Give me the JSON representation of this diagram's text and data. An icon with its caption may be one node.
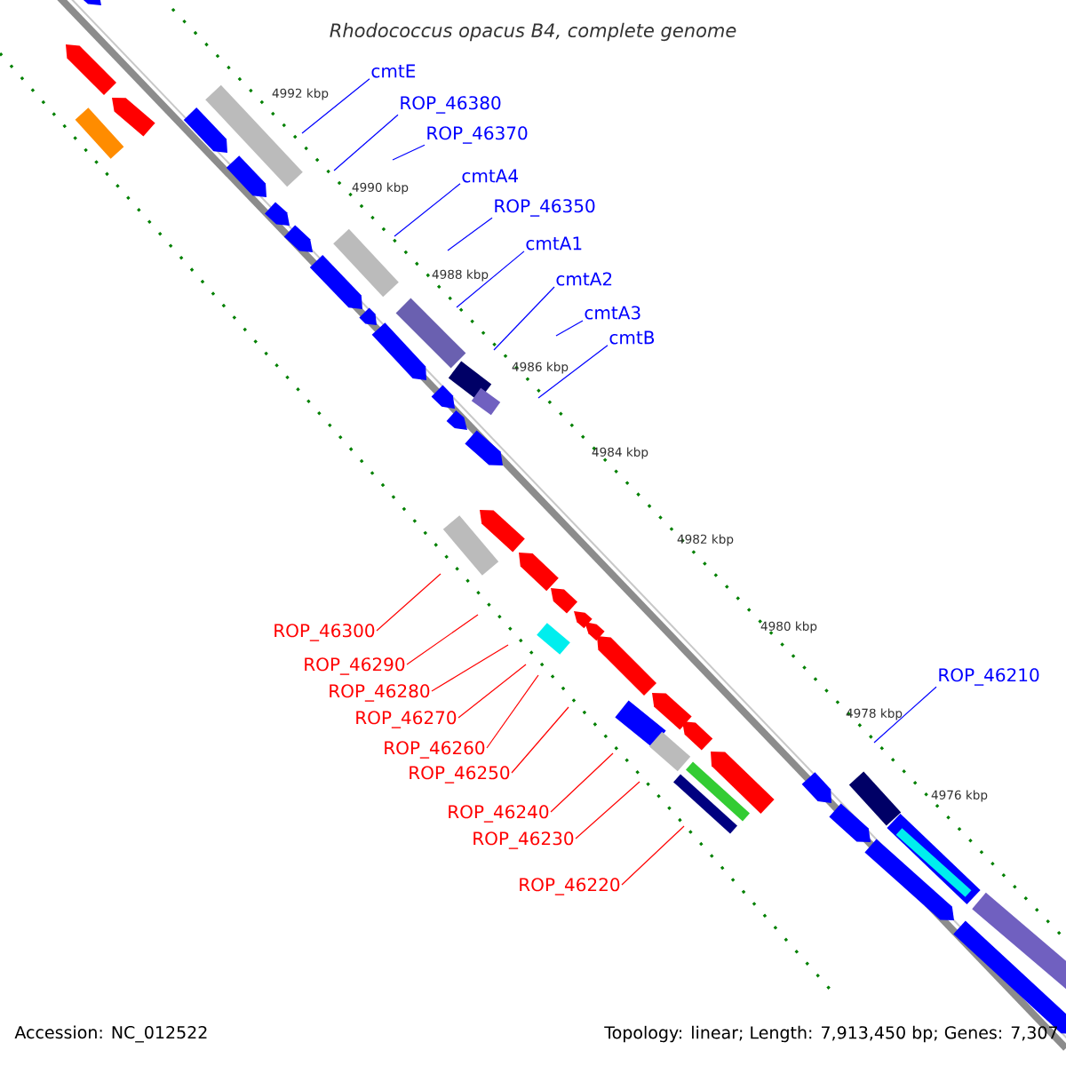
{
  "diagram": {
    "title": "Rhodococcus opacus B4, complete genome",
    "nodes": [
      {
        "text": [
          "cmtE"
        ]
      },
      {
        "text": [
          "ROP_46380"
        ]
      },
      {
        "text": [
          "ROP_46370"
        ]
      },
      {
        "text": [
          "cmtA4"
        ]
      },
      {
        "text": [
          "ROP_46350"
        ]
      },
      {
        "text": [
          "cmtA1"
        ]
      },
      {
        "text": [
          "cmtA2"
        ]
      },
      {
        "text": [
          "cmtA3"
        ]
      },
      {
        "text": [
          "cmtB"
        ]
      },
      {
        "text": [
          "ROP_46300"
        ]
      },
      {
        "text": [
          "ROP_46290"
        ]
      },
      {
        "text": [
          "ROP_46280"
        ]
      },
      {
        "text": [
          "ROP_46270"
        ]
      },
      {
        "text": [
          "ROP_46260"
        ]
      },
      {
        "text": [
          "ROP_46250"
        ]
      },
      {
        "text": [
          "ROP_46240"
        ]
      },
      {
        "text": [
          "ROP_46230"
        ]
      },
      {
        "text": [
          "ROP_46220"
        ]
      },
      {
        "text": [
          "ROP_46210"
        ]
      }
    ],
    "edges": [
      {
        "from": 0,
        "to": null,
        "arrow": "none"
      },
      {
        "from": 1,
        "to": null,
        "arrow": "none"
      },
      {
        "from": 2,
        "to": null,
        "arrow": "none"
      },
      {
        "from": 3,
        "to": null,
        "arrow": "none"
      },
      {
        "from": 4,
        "to": null,
        "arrow": "none"
      },
      {
        "from": 5,
        "to": null,
        "arrow": "none"
      },
      {
        "from": 6,
        "to": null,
        "arrow": "none"
      },
      {
        "from": 7,
        "to": null,
        "arrow": "none"
      },
      {
        "from": 8,
        "to": null,
        "arrow": "none"
      },
      {
        "from": 9,
        "to": null,
        "arrow": "none",
        "color": "#ff0000"
      },
      {
        "from": 10,
        "to": null,
        "arrow": "none",
        "color": "#ff0000"
      },
      {
        "from": 11,
        "to": null,
        "arrow": "none",
        "color": "#ff0000"
      },
      {
        "from": 12,
        "to": null,
        "arrow": "none",
        "color": "#ff0000"
      },
      {
        "from": 13,
        "to": null,
        "arrow": "none",
        "color": "#ff0000"
      },
      {
        "from": 14,
        "to": null,
        "arrow": "none",
        "color": "#ff0000"
      },
      {
        "from": 15,
        "to": null,
        "arrow": "none",
        "color": "#ff0000"
      },
      {
        "from": 16,
        "to": null,
        "arrow": "none",
        "color": "#ff0000"
      },
      {
        "from": 17,
        "to": null,
        "arrow": "none",
        "color": "#ff0000"
      },
      {
        "from": 18,
        "to": null,
        "arrow": "none"
      }
    ],
    "labels": [
      "4992 kbp",
      "4990 kbp",
      "4988 kbp",
      "4986 kbp",
      "4984 kbp",
      "4982 kbp",
      "4980 kbp",
      "4978 kbp",
      "4976 kbp",
      "Accession: NC_012522",
      "Topology: linear; Length: 7,913,450 bp; Genes: 7,307"
    ]
  }
}
